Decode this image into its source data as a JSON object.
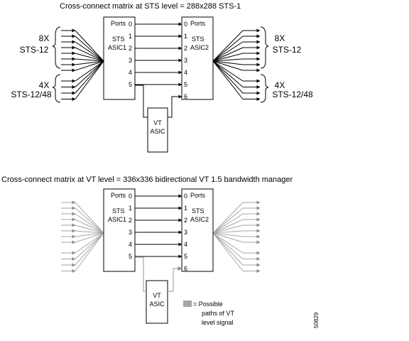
{
  "top": {
    "title": "Cross-connect matrix at STS level = 288x288 STS-1",
    "left_group1": {
      "count": "8X",
      "label": "STS-12"
    },
    "left_group2": {
      "count": "4X",
      "label": "STS-12/48"
    },
    "right_group1": {
      "count": "8X",
      "label": "STS-12"
    },
    "right_group2": {
      "count": "4X",
      "label": "STS-12/48"
    },
    "asic1": {
      "ports_label": "Ports",
      "name1": "STS",
      "name2": "ASIC1",
      "ports": [
        "0",
        "1",
        "2",
        "3",
        "4",
        "5"
      ]
    },
    "asic2": {
      "ports_label": "Ports",
      "name1": "STS",
      "name2": "ASIC2",
      "ports": [
        "0",
        "1",
        "2",
        "3",
        "4",
        "5",
        "6"
      ]
    },
    "vt_asic": {
      "line1": "VT",
      "line2": "ASIC"
    }
  },
  "bottom": {
    "title": "Cross-connect matrix at VT level = 336x336 bidirectional VT 1.5 bandwidth manager",
    "asic1": {
      "ports_label": "Ports",
      "name1": "STS",
      "name2": "ASIC1",
      "ports": [
        "0",
        "1",
        "2",
        "3",
        "4",
        "5"
      ]
    },
    "asic2": {
      "ports_label": "Ports",
      "name1": "STS",
      "name2": "ASIC2",
      "ports": [
        "0",
        "1",
        "2",
        "3",
        "4",
        "5",
        "6"
      ]
    },
    "vt_asic": {
      "line1": "VT",
      "line2": "ASIC"
    }
  },
  "legend": {
    "eq": "= Possible",
    "line2": "paths of VT",
    "line3": "level signal",
    "swatch_color": "#a6a6a6"
  },
  "figure_id": "50829",
  "colors": {
    "line": "#000000",
    "gray": "#a6a6a6"
  }
}
